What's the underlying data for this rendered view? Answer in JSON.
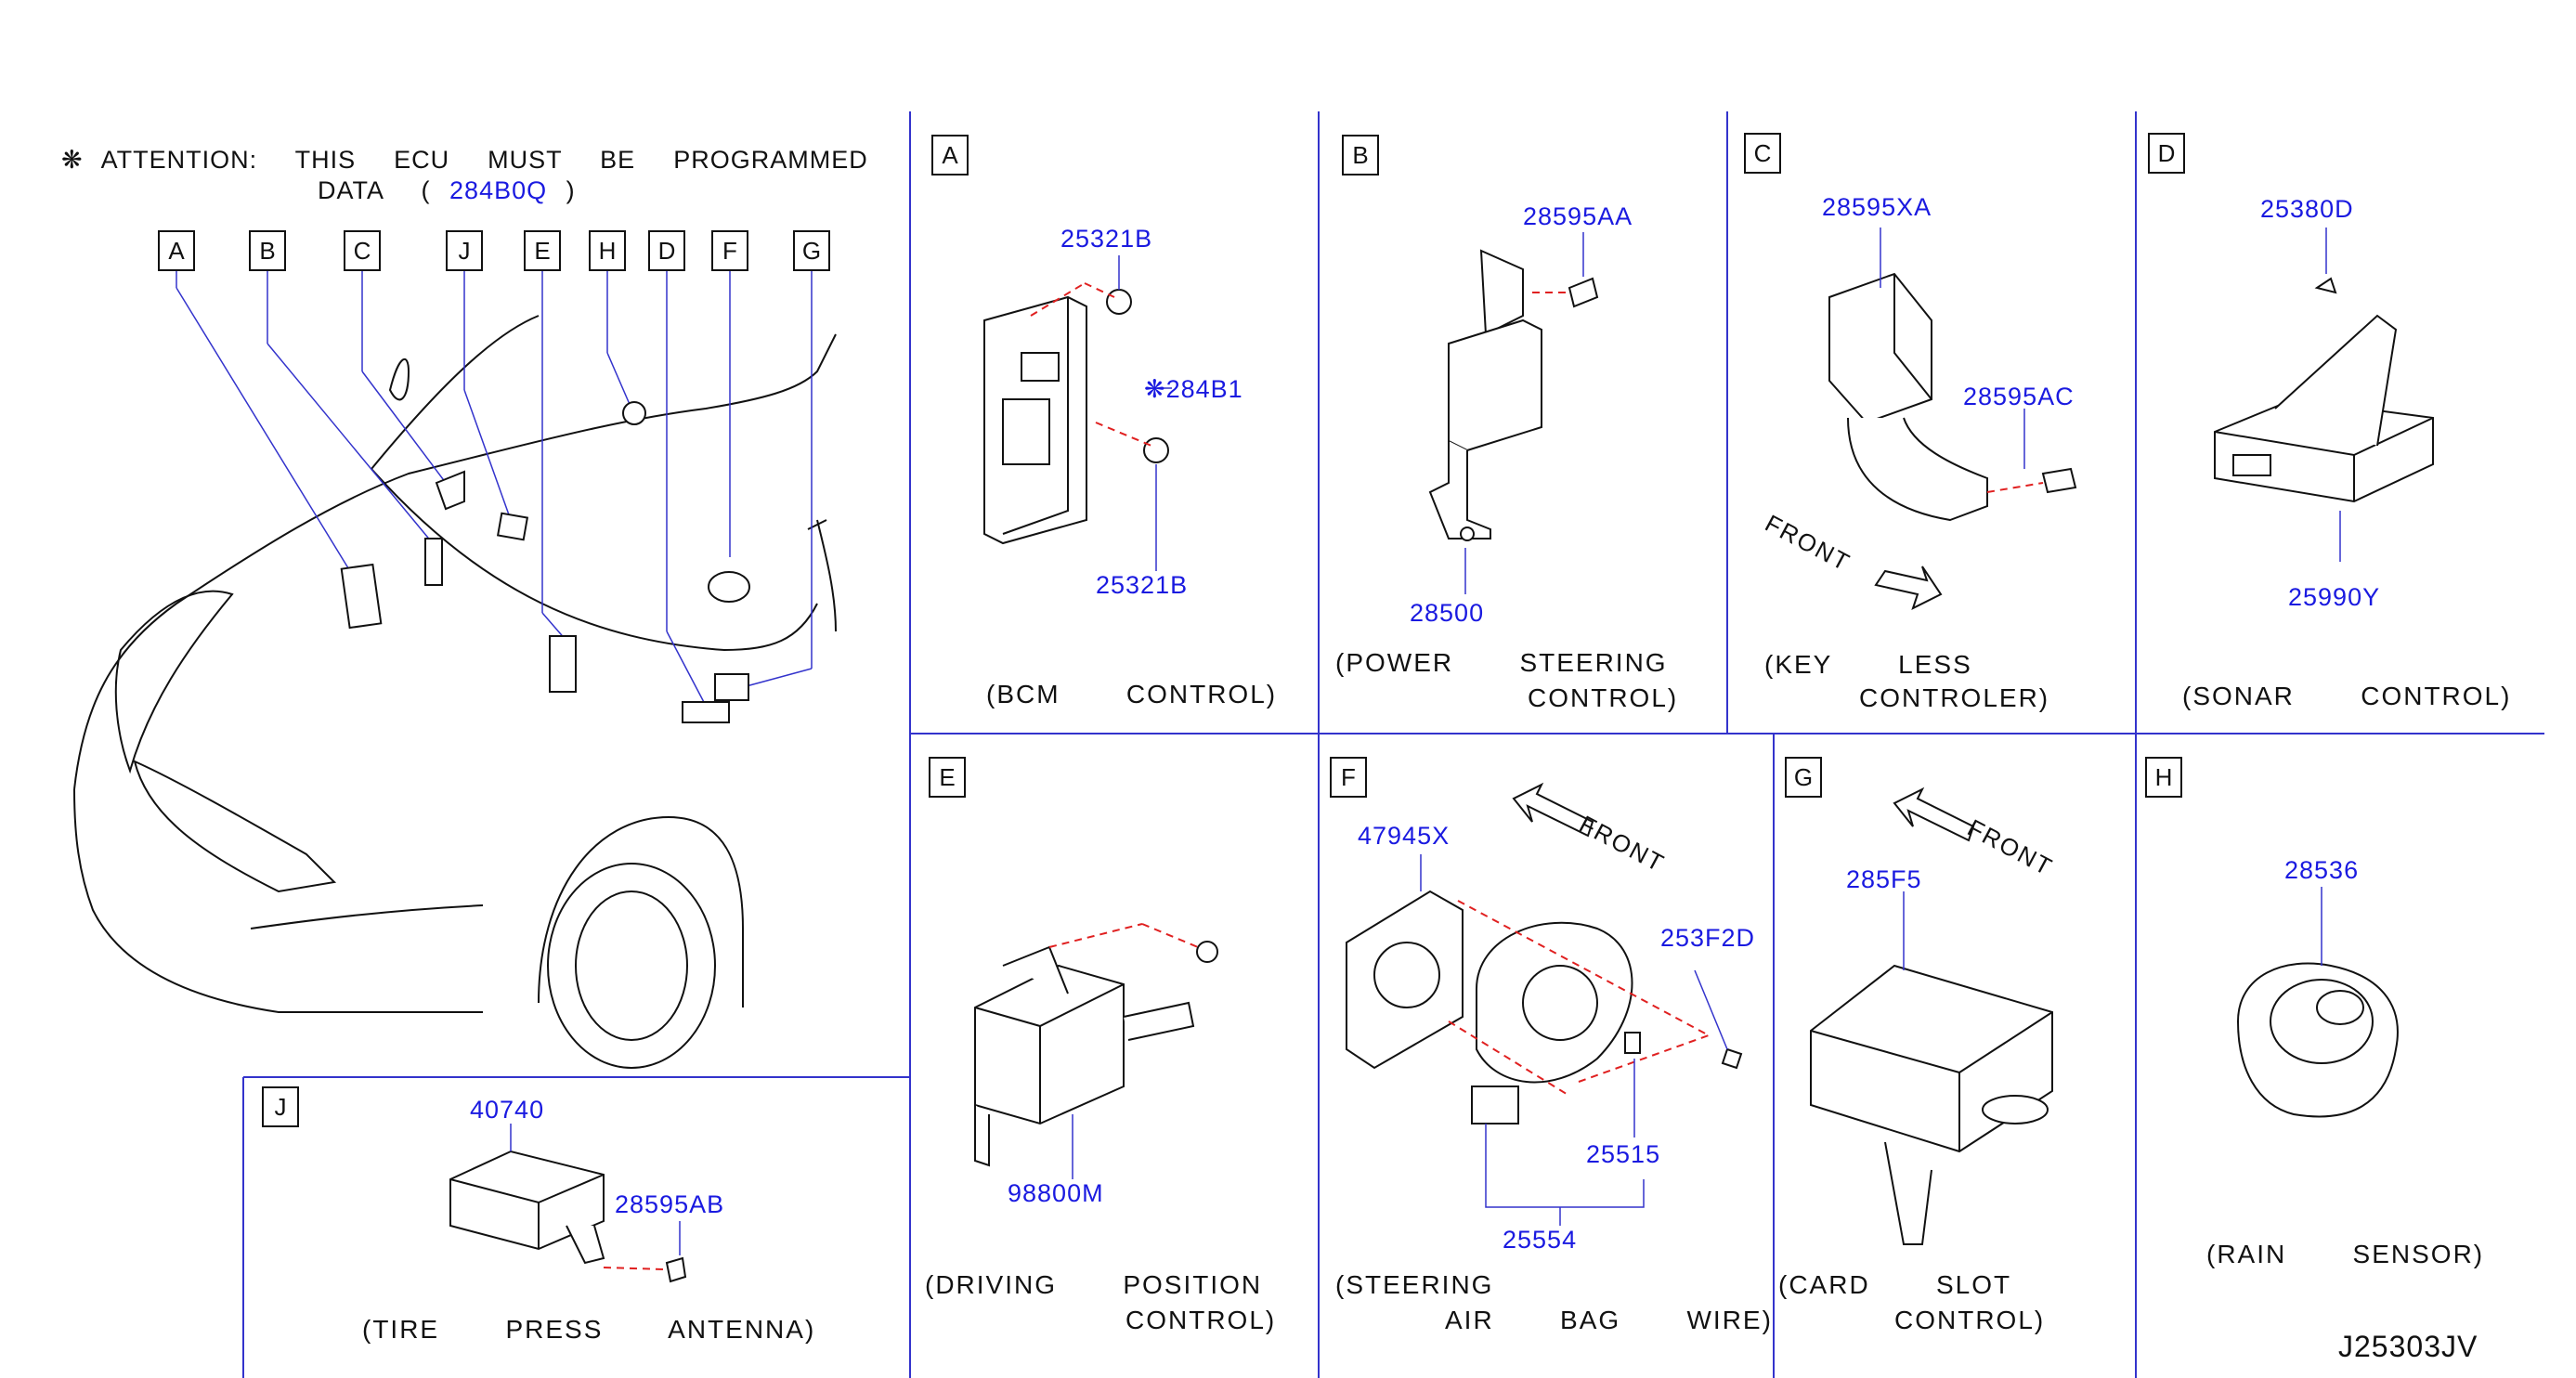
{
  "attention": {
    "symbol": "❋",
    "line1": "ATTENTION:  THIS  ECU  MUST  BE  PROGRAMMED",
    "line2_prefix": "DATA  (",
    "line2_code": "284B0Q",
    "line2_suffix": ")"
  },
  "overview_keys": [
    "A",
    "B",
    "C",
    "J",
    "E",
    "H",
    "D",
    "F",
    "G"
  ],
  "panels": {
    "A": {
      "key": "A",
      "parts": [
        "25321B",
        "284B1",
        "25321B"
      ],
      "caption1": "(BCM   CONTROL)"
    },
    "B": {
      "key": "B",
      "parts": [
        "28595AA",
        "28500"
      ],
      "caption1": "(POWER   STEERING",
      "caption2": "CONTROL)"
    },
    "C": {
      "key": "C",
      "parts": [
        "28595XA",
        "28595AC"
      ],
      "front": "FRONT",
      "caption1": "(KEY   LESS",
      "caption2": "CONTROLER)"
    },
    "D": {
      "key": "D",
      "parts": [
        "25380D",
        "25990Y"
      ],
      "caption1": "(SONAR   CONTROL)"
    },
    "E": {
      "key": "E",
      "parts": [
        "98800M"
      ],
      "caption1": "(DRIVING   POSITION",
      "caption2": "CONTROL)"
    },
    "F": {
      "key": "F",
      "parts": [
        "47945X",
        "253F2D",
        "25515",
        "25554"
      ],
      "front": "FRONT",
      "caption1": "(STEERING",
      "caption2": "AIR   BAG   WIRE)"
    },
    "G": {
      "key": "G",
      "parts": [
        "285F5"
      ],
      "front": "FRONT",
      "caption1": "(CARD   SLOT",
      "caption2": "CONTROL)"
    },
    "H": {
      "key": "H",
      "parts": [
        "28536"
      ],
      "caption1": "(RAIN   SENSOR)"
    },
    "J": {
      "key": "J",
      "parts": [
        "40740",
        "28595AB"
      ],
      "caption1": "(TIRE   PRESS   ANTENNA)"
    }
  },
  "diagram_code": "J25303JV",
  "colors": {
    "line": "#111111",
    "part_number": "#1a1ae0",
    "dashed": "#e02020",
    "grid": "#3333cc"
  }
}
